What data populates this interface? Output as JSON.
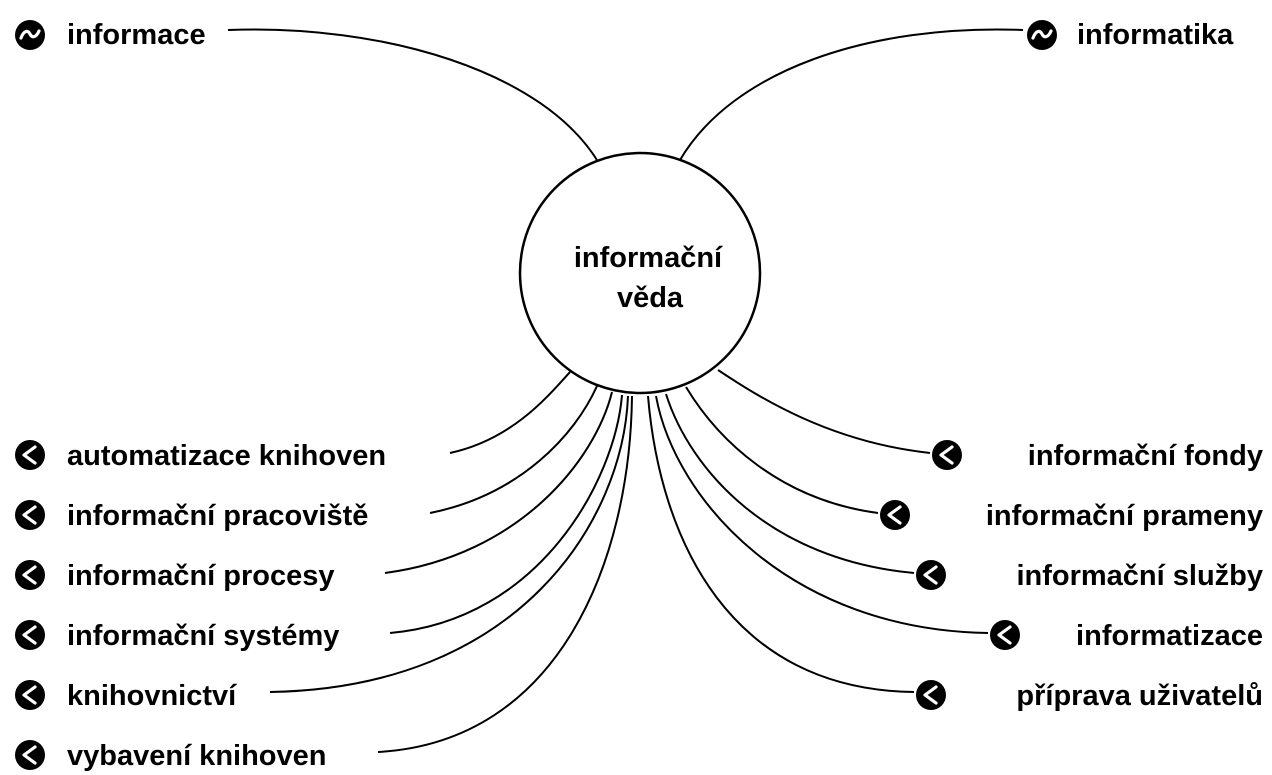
{
  "center": {
    "line1": "informační",
    "line2": "věda"
  },
  "top_left": {
    "label": "informace",
    "icon": "tilde-icon"
  },
  "top_right": {
    "label": "informatika",
    "icon": "tilde-icon"
  },
  "left_nodes": [
    {
      "label": "automatizace knihoven",
      "icon": "chevron-left-icon"
    },
    {
      "label": "informační pracoviště",
      "icon": "chevron-left-icon"
    },
    {
      "label": "informační procesy",
      "icon": "chevron-left-icon"
    },
    {
      "label": "informační systémy",
      "icon": "chevron-left-icon"
    },
    {
      "label": "knihovnictví",
      "icon": "chevron-left-icon"
    },
    {
      "label": "vybavení knihoven",
      "icon": "chevron-left-icon"
    }
  ],
  "right_nodes": [
    {
      "label": "informační fondy",
      "icon": "chevron-left-icon"
    },
    {
      "label": "informační prameny",
      "icon": "chevron-left-icon"
    },
    {
      "label": "informační služby",
      "icon": "chevron-left-icon"
    },
    {
      "label": "informatizace",
      "icon": "chevron-left-icon"
    },
    {
      "label": "příprava uživatelů",
      "icon": "chevron-left-icon"
    }
  ],
  "colors": {
    "ink": "#000000",
    "background": "#ffffff"
  }
}
